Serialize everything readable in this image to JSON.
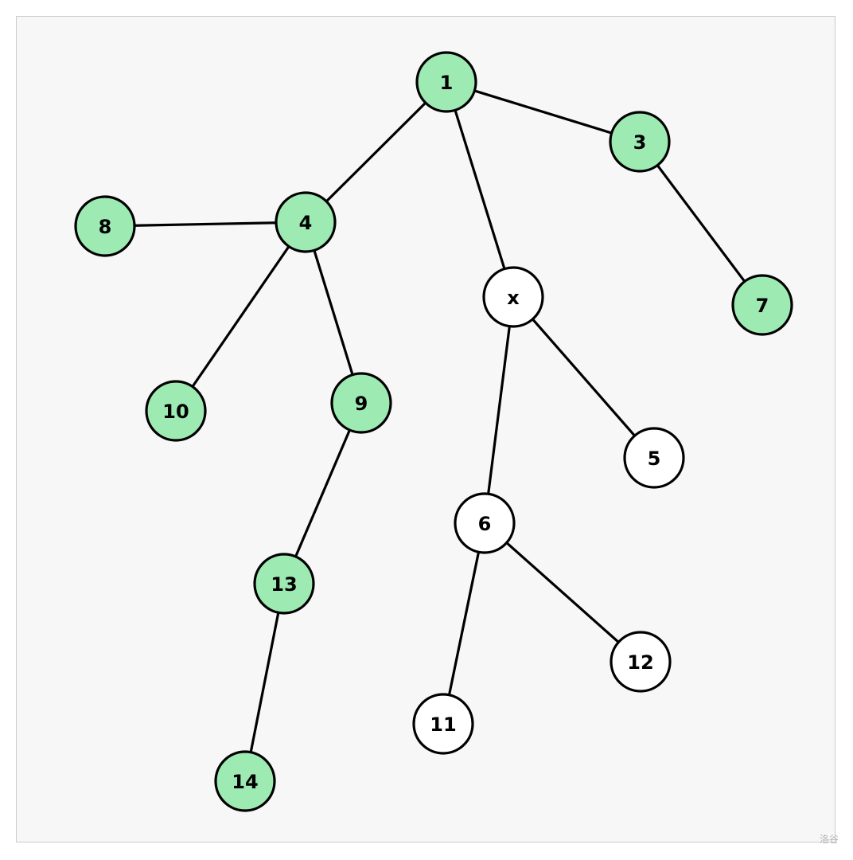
{
  "graph": {
    "colors": {
      "highlight_fill": "#9deab3",
      "default_fill": "#ffffff",
      "stroke": "#000000"
    },
    "nodes": [
      {
        "id": "1",
        "label": "1",
        "highlighted": true
      },
      {
        "id": "3",
        "label": "3",
        "highlighted": true
      },
      {
        "id": "4",
        "label": "4",
        "highlighted": true
      },
      {
        "id": "8",
        "label": "8",
        "highlighted": true
      },
      {
        "id": "x",
        "label": "x",
        "highlighted": false
      },
      {
        "id": "7",
        "label": "7",
        "highlighted": true
      },
      {
        "id": "10",
        "label": "10",
        "highlighted": true
      },
      {
        "id": "9",
        "label": "9",
        "highlighted": true
      },
      {
        "id": "5",
        "label": "5",
        "highlighted": false
      },
      {
        "id": "6",
        "label": "6",
        "highlighted": false
      },
      {
        "id": "13",
        "label": "13",
        "highlighted": true
      },
      {
        "id": "12",
        "label": "12",
        "highlighted": false
      },
      {
        "id": "11",
        "label": "11",
        "highlighted": false
      },
      {
        "id": "14",
        "label": "14",
        "highlighted": true
      }
    ],
    "edges": [
      [
        "1",
        "3"
      ],
      [
        "1",
        "4"
      ],
      [
        "1",
        "x"
      ],
      [
        "3",
        "7"
      ],
      [
        "4",
        "8"
      ],
      [
        "4",
        "10"
      ],
      [
        "4",
        "9"
      ],
      [
        "9",
        "13"
      ],
      [
        "13",
        "14"
      ],
      [
        "x",
        "6"
      ],
      [
        "x",
        "5"
      ],
      [
        "6",
        "11"
      ],
      [
        "6",
        "12"
      ]
    ]
  },
  "watermark": "洛谷"
}
